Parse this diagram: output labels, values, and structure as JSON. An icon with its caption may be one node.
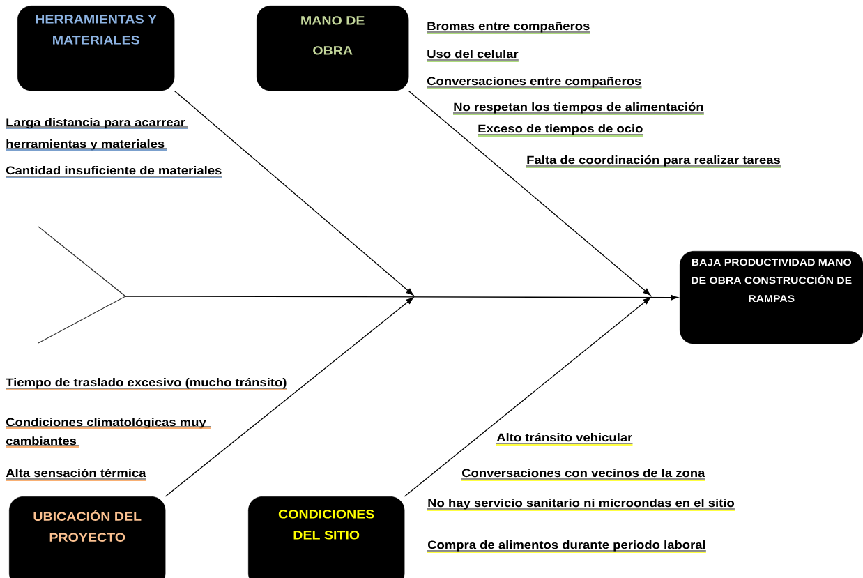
{
  "diagram": {
    "nodes": [
      {
        "text": [
          "HERRAMIENTAS Y MATERIALES"
        ]
      },
      {
        "text": [
          "MANO DE OBRA"
        ]
      },
      {
        "text": [
          "BAJA PRODUCTIVIDAD MANO DE OBRA CONSTRUCCIÓN DE RAMPAS"
        ]
      },
      {
        "text": [
          "UBICACIÓN DEL PROYECTO"
        ]
      },
      {
        "text": [
          "CONDICIONES DEL SITIO"
        ]
      },
      {
        "text": [],
        "shape": "chevron"
      }
    ],
    "edges": [
      {
        "from": 0,
        "to": null,
        "arrow": "to"
      },
      {
        "from": 1,
        "to": null,
        "arrow": "to"
      },
      {
        "from": 3,
        "to": null,
        "arrow": "to"
      },
      {
        "from": 4,
        "to": null,
        "arrow": "to"
      },
      {
        "from": 5,
        "to": 2,
        "arrow": "to"
      }
    ],
    "labels": [
      "Larga distancia para acarrear herramientas y materiales",
      "Cantidad insuficiente de materiales",
      "Bromas entre compañeros",
      "Uso del celular",
      "Conversaciones entre compañeros",
      "No respetan los tiempos de alimentación",
      "Exceso de tiempos de ocio",
      "Falta de coordinación para realizar tareas",
      "Tiempo de traslado excesivo (mucho tránsito)",
      "Condiciones climatológicas muy cambiantes",
      "Alta sensación térmica",
      "Alto tránsito vehicular",
      "Conversaciones con vecinos de la zona",
      "No hay servicio sanitario ni microondas en el sitio",
      "Compra de alimentos durante periodo laboral"
    ]
  }
}
